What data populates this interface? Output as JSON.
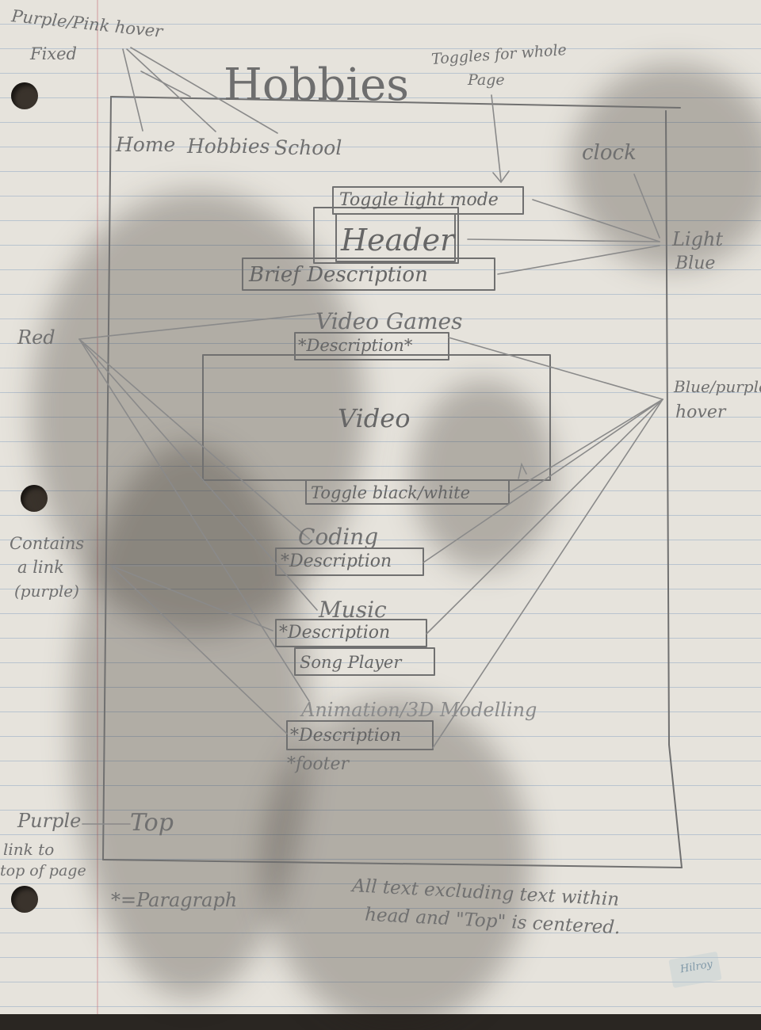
{
  "page_title": "Hobbies",
  "nav": {
    "items": [
      "Home",
      "Hobbies",
      "School"
    ]
  },
  "annotations": {
    "nav_style": [
      "Purple/Pink hover",
      "Fixed"
    ],
    "toggles_note": [
      "Toggles for whole",
      "Page"
    ],
    "clock": "clock",
    "light_blue": [
      "Light",
      "Blue"
    ],
    "red": "Red",
    "blue_purple_hover": [
      "Blue/purple",
      "hover"
    ],
    "contains_link": [
      "Contains",
      "a link",
      "(purple)"
    ],
    "purple_link": [
      "Purple",
      "link to",
      "top of page"
    ],
    "paragraph_key": "*=Paragraph",
    "centered_note": [
      "All text excluding text within",
      "head and \"Top\" is centered."
    ],
    "brand": "Hilroy"
  },
  "header_section": {
    "toggle_label": "Toggle light mode",
    "header_label": "Header",
    "brief_label": "Brief Description"
  },
  "sections": [
    {
      "title": "Video Games",
      "desc": "*Description*"
    },
    {
      "title": "Coding",
      "desc": "*Description"
    },
    {
      "title": "Music",
      "desc": "*Description",
      "extra": "Song Player"
    },
    {
      "title": "Animation/3D Modelling",
      "desc": "*Description",
      "footer": "*footer"
    }
  ],
  "video": {
    "label": "Video",
    "toggle": "Toggle black/white"
  },
  "top_link": "Top",
  "colors": {
    "paper": "#e6e3dc",
    "rule": "#b9c4cf",
    "pencil": "#707070"
  }
}
